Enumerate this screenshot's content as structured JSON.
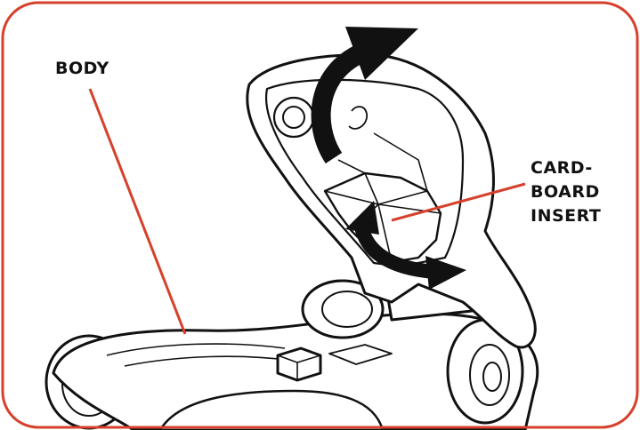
{
  "labels": {
    "body": "BODY",
    "cardboard_insert": [
      "CARD-",
      "BOARD",
      "INSERT"
    ]
  },
  "colors": {
    "frame": "#d6402c",
    "leader_line": "#d6402c",
    "ink": "#111111",
    "background": "#ffffff"
  },
  "icons": {
    "open_arrow": "curved-arrow-up-icon",
    "slide_arrow": "double-headed-curved-arrow-icon"
  }
}
